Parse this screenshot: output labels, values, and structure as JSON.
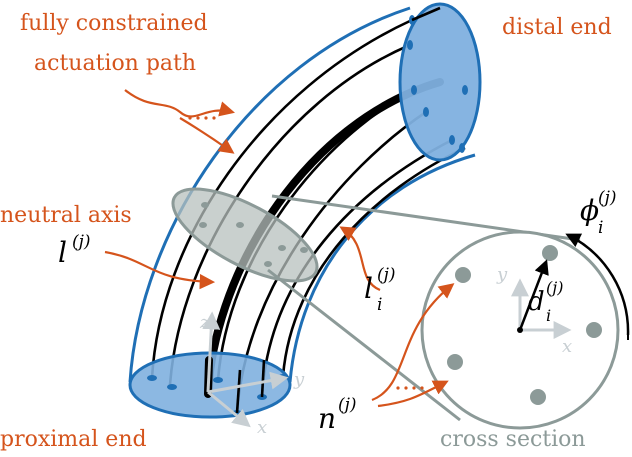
{
  "labels": {
    "fully_constrained_1": "fully constrained",
    "fully_constrained_2": "actuation path",
    "distal_end": "distal end",
    "neutral_axis": "neutral axis",
    "proximal_end": "proximal end",
    "cross_section": "cross section"
  },
  "math": {
    "l_base": "l",
    "l_sup": "(j)",
    "li_base": "l",
    "li_sub": "i",
    "li_sup": "(j)",
    "n_base": "n",
    "n_sup": "(j)",
    "d_base": "d",
    "d_sub": "i",
    "d_sup": "(j)",
    "phi_base": "ϕ",
    "phi_sub": "i",
    "phi_sup": "(j)",
    "axis_x": "x",
    "axis_y": "y",
    "axis_z": "z"
  },
  "colors": {
    "orange": "#d5541c",
    "blue": "#1f6fb5",
    "blue_fill": "#7fb0df",
    "gray": "#8c9a98",
    "gray_fill": "#b7c0be",
    "light_axis": "#c8cfd3",
    "black": "#000000"
  }
}
